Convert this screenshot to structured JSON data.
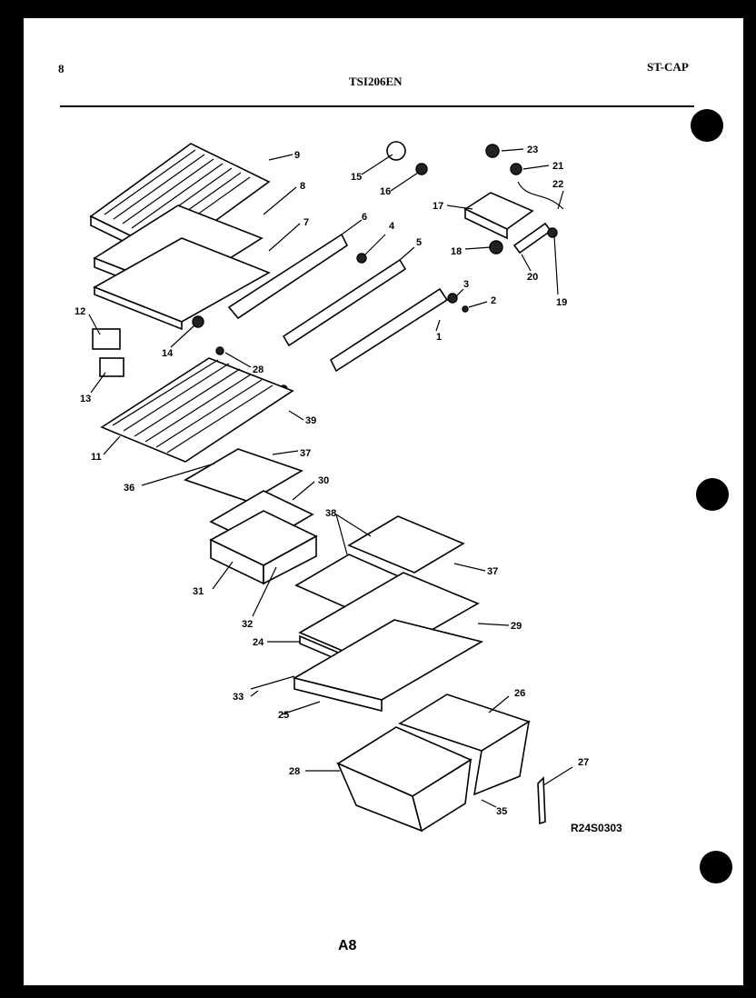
{
  "header": {
    "page_num": "8",
    "model": "TSI206EN",
    "section": "ST-CAP"
  },
  "footer": {
    "drawing_code": "R24S0303",
    "page_label": "A8"
  },
  "callouts": [
    "9",
    "8",
    "7",
    "6",
    "4",
    "5",
    "3",
    "2",
    "1",
    "15",
    "16",
    "23",
    "21",
    "22",
    "17",
    "18",
    "20",
    "19",
    "12",
    "13",
    "14",
    "28",
    "39",
    "11",
    "37",
    "36",
    "30",
    "31",
    "32",
    "38",
    "37",
    "29",
    "24",
    "33",
    "25",
    "26",
    "28",
    "35",
    "27"
  ]
}
